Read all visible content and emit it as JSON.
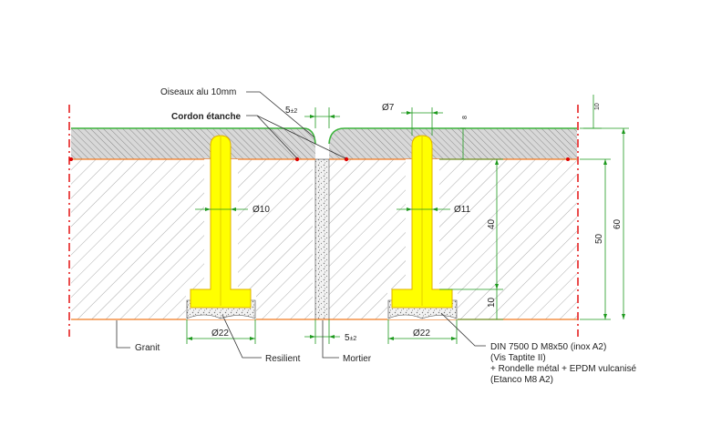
{
  "labels": {
    "oiseaux": "Oiseaux alu 10mm",
    "cordon": "Cordon étanche",
    "granit": "Granit",
    "resilient": "Resilient",
    "mortier": "Mortier"
  },
  "dimensions": {
    "gap_top_main": "5",
    "gap_top_tol": "±2",
    "gap_bottom_main": "5",
    "gap_bottom_tol": "±2",
    "dia7": "Ø7",
    "eight": "8",
    "ten_top": "10",
    "dia10": "Ø10",
    "dia11": "Ø11",
    "forty": "40",
    "fifty": "50",
    "sixty": "60",
    "ten_low": "10",
    "dia22_left": "Ø22",
    "dia22_right": "Ø22"
  },
  "spec": {
    "line1": "DIN 7500 D M8x50 (inox A2)",
    "line2": "(Vis Taptite II)",
    "line3": "+ Rondelle métal + EPDM vulcanisé",
    "line4": "(Etanco M8 A2)"
  },
  "colors": {
    "outline_green": "#3cb43c",
    "dim_green": "#1e9a1e",
    "bolt_yellow": "#ffff00",
    "bolt_outline": "#e0b000",
    "hatch": "#7a7a7a",
    "red": "#e00000",
    "granit_orange": "#f07a20"
  }
}
